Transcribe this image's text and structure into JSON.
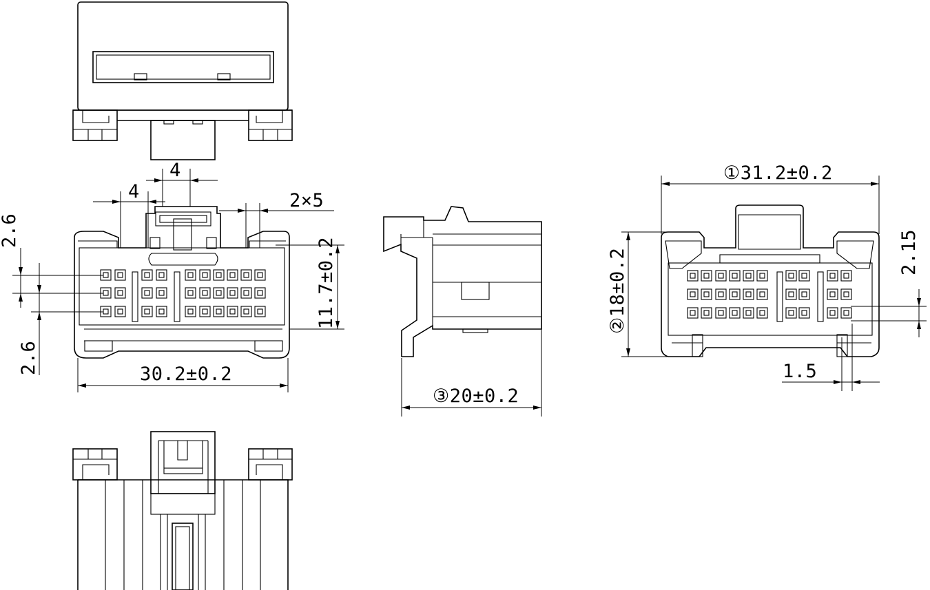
{
  "labels": {
    "pitch_top": "4",
    "pitch_left": "4",
    "latch": "2×5",
    "row_pitch_upper": "2.6",
    "row_pitch_lower": "2.6",
    "height_front": "11.7±0.2",
    "width_front": "30.2±0.2",
    "depth_side": "③20±0.2",
    "width_rear": "①31.2±0.2",
    "height_rear": "②18±0.2",
    "offset_rear": "2.15",
    "wall_rear": "1.5"
  },
  "colors": {
    "line": "#000000",
    "background": "#ffffff"
  }
}
